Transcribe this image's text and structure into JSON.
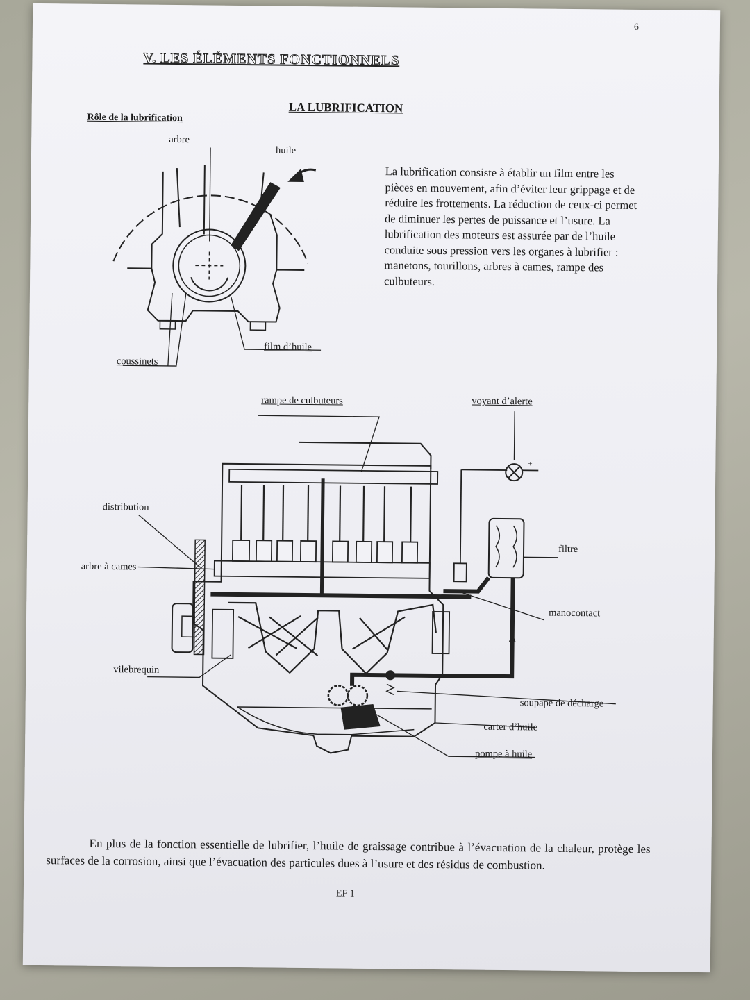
{
  "corner_mark": "6",
  "section_title": "V. LES ÉLÉMENTS FONCTIONNELS",
  "subtitle": "LA LUBRIFICATION",
  "role_heading": "Rôle de la lubrification",
  "intro_paragraph": "La lubrification consiste à établir un film entre les pièces en mouvement, afin d’éviter leur grippage et de réduire les frottements. La réduction de ceux-ci permet de diminuer les pertes de puissance et l’usure. La lubrification des moteurs est assurée par de l’huile conduite sous pression vers les organes à lubrifier : manetons, tourillons, arbres à cames, rampe des culbuteurs.",
  "bearing_diagram": {
    "labels": {
      "shaft": "arbre",
      "oil": "huile",
      "bearings": "coussinets",
      "oil_film": "film d’huile"
    }
  },
  "engine_diagram": {
    "labels": {
      "rocker_rail": "rampe de culbuteurs",
      "warning_light": "voyant d’alerte",
      "timing": "distribution",
      "camshaft": "arbre à cames",
      "crankshaft": "vilebrequin",
      "filter": "filtre",
      "pressure_switch": "manocontact",
      "relief_valve": "soupape de décharge",
      "oil_sump": "carter d’huile",
      "oil_pump": "pompe à huile"
    },
    "plus_sign": "+"
  },
  "closing_paragraph": "En plus de la fonction essentielle de lubrifier, l’huile de graissage contribue à l’évacuation de la chaleur, protège les surfaces de la corrosion, ainsi que l’évacuation des particules dues à l’usure et des résidus de combustion.",
  "page_number": "EF 1"
}
